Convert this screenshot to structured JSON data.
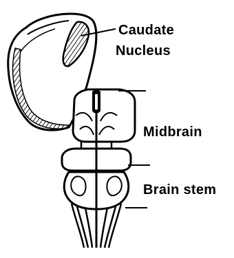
{
  "labels": {
    "caudate_line1": "Caudate",
    "caudate_line2": "Nucleus",
    "midbrain": "Midbrain",
    "brain_stem": "Brain stem"
  },
  "colors": {
    "ink": "#000000",
    "paper": "#ffffff"
  }
}
